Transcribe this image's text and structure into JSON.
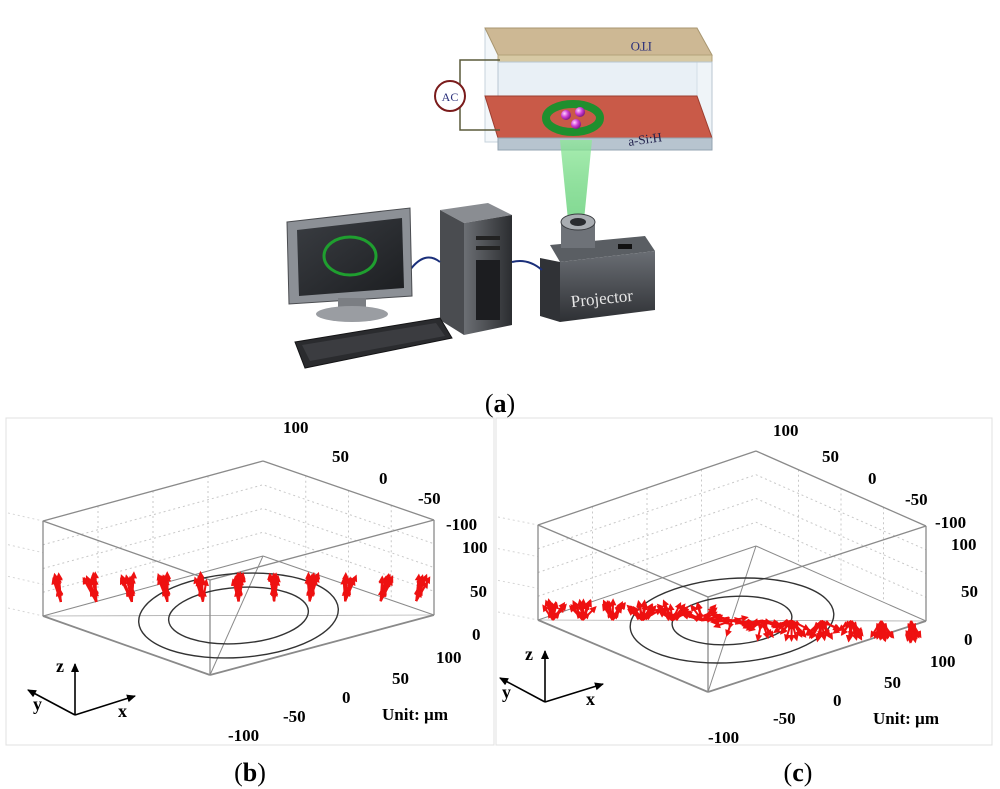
{
  "panel_a": {
    "caption_letter": "a",
    "top_plate_label": "ITO",
    "bottom_plate_label": "a-Si:H",
    "source_label": "AC",
    "projector_label": "Projector"
  },
  "panel_b": {
    "caption_letter": "b",
    "back_ticks": [
      "100",
      "50",
      "0",
      "-50",
      "-100"
    ],
    "z_ticks": [
      "100",
      "50",
      "0"
    ],
    "front_ticks": [
      "100",
      "50",
      "0",
      "-50",
      "-100"
    ],
    "unit_label": "Unit: µm",
    "axis_z": "z",
    "axis_y": "y",
    "axis_x": "x"
  },
  "panel_c": {
    "caption_letter": "c",
    "back_ticks": [
      "100",
      "50",
      "0",
      "-50",
      "-100"
    ],
    "z_ticks": [
      "100",
      "50",
      "0"
    ],
    "front_ticks": [
      "100",
      "50",
      "0",
      "-50",
      "-100"
    ],
    "unit_label": "Unit: µm",
    "axis_z": "z",
    "axis_y": "y",
    "axis_x": "x"
  },
  "colors": {
    "arrow": "#ee1111",
    "ring": "#1f8f2e",
    "substrate": "#c95a48",
    "ito": "#c9b58c",
    "projector": "#4a4d52"
  }
}
